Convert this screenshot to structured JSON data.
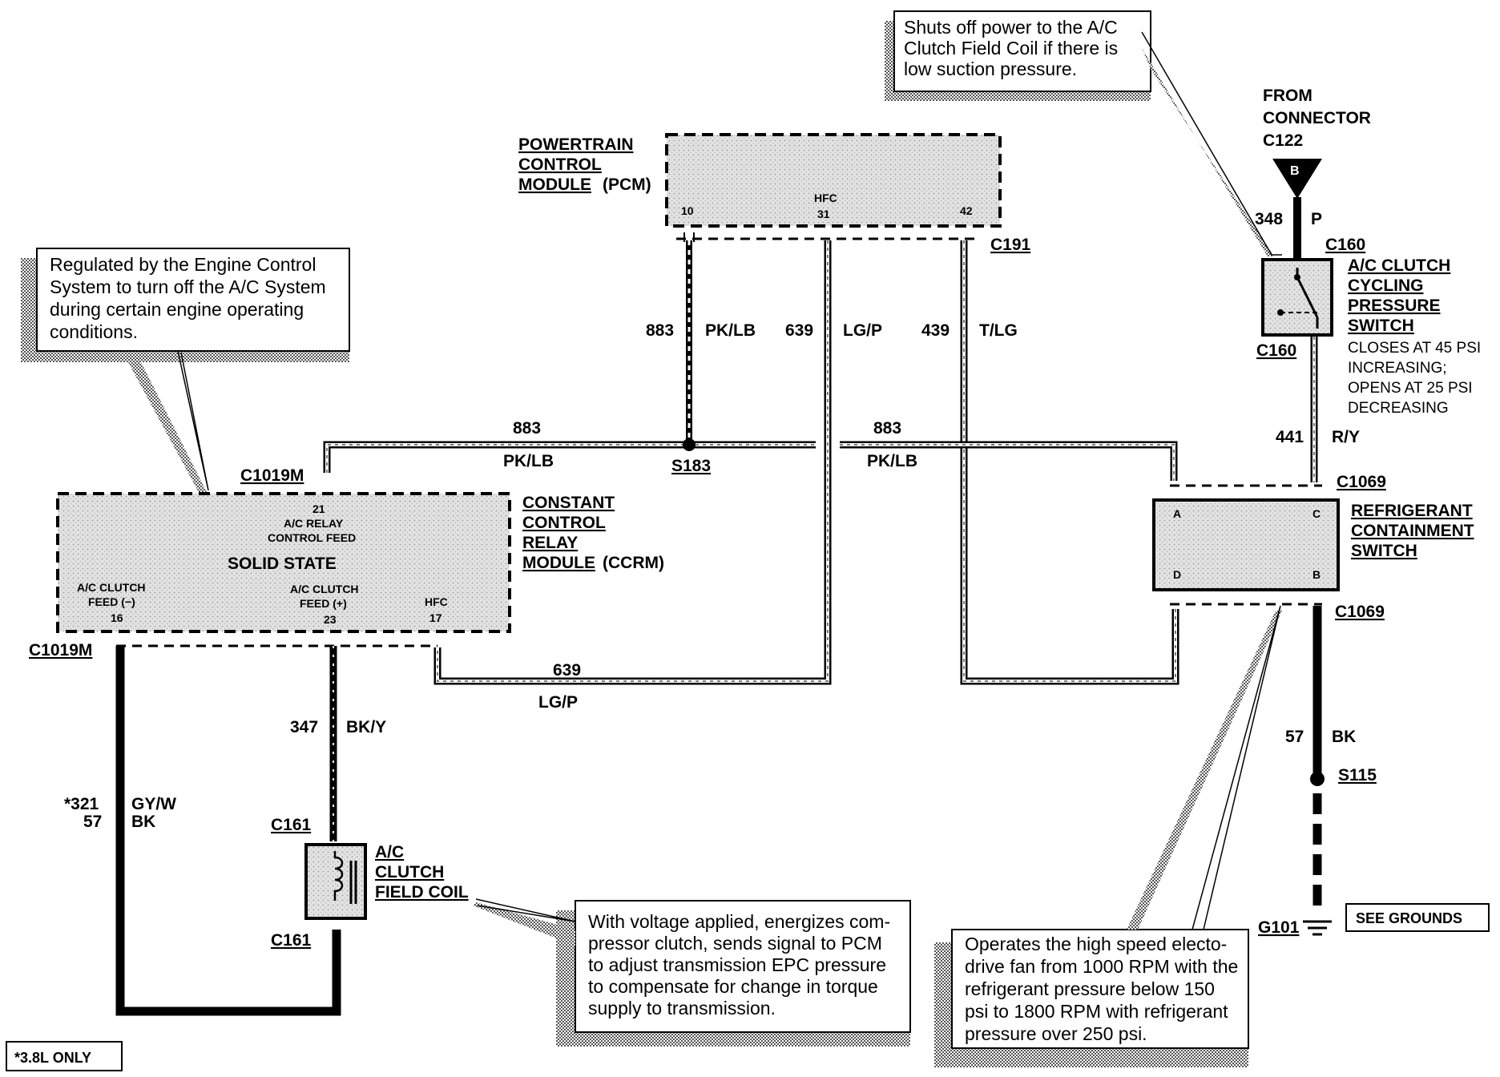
{
  "notes": {
    "ac_clutch_note": [
      "Shuts off power to the A/C",
      "Clutch Field Coil if there is",
      "low suction pressure."
    ],
    "ecs_note": [
      "Regulated by the Engine Control",
      "System to turn off the A/C System",
      "during certain engine operating",
      "conditions."
    ],
    "field_coil_note": [
      "With voltage applied, energizes com-",
      "pressor clutch, sends signal to PCM",
      "to adjust transmission EPC pressure",
      "to compensate for change in torque",
      "supply to transmission."
    ],
    "fan_note": [
      "Operates the high speed electo-",
      "drive fan from 1000 RPM with the",
      "refrigerant pressure below 150",
      "psi to 1800 RPM with refrigerant",
      "pressure over 250 psi."
    ],
    "engine_only": "*3.8L ONLY",
    "see_grounds": "SEE GROUNDS"
  },
  "pcm": {
    "title": [
      "POWERTRAIN",
      "CONTROL",
      "MODULE"
    ],
    "abbr": "(PCM)",
    "pins": {
      "p10": "10",
      "hfc": "HFC",
      "p31": "31",
      "p42": "42"
    },
    "connector": "C191"
  },
  "ccrm": {
    "title": [
      "CONSTANT",
      "CONTROL",
      "RELAY",
      "MODULE"
    ],
    "abbr": "(CCRM)",
    "pin21": "21",
    "relay_feed": [
      "A/C RELAY",
      "CONTROL  FEED"
    ],
    "solid_state": "SOLID STATE",
    "clutch_feed_neg": [
      "A/C CLUTCH",
      "FEED  (−)",
      "16"
    ],
    "clutch_feed_pos": [
      "A/C CLUTCH",
      "FEED  (+)",
      "23"
    ],
    "hfc": [
      "HFC",
      "17"
    ],
    "connector_top": "C1019M",
    "connector_bottom": "C1019M"
  },
  "from_connector": {
    "lines": [
      "FROM",
      "CONNECTOR",
      "C122"
    ],
    "pin": "B"
  },
  "cycling_switch": {
    "title": [
      "A/C CLUTCH",
      "CYCLING",
      "PRESSURE",
      "SWITCH"
    ],
    "spec": [
      "CLOSES AT 45 PSI",
      "INCREASING;",
      "OPENS AT 25 PSI",
      "DECREASING"
    ],
    "connector_top": "C160",
    "connector_bottom": "C160"
  },
  "refrigerant_switch": {
    "title": [
      "REFRIGERANT",
      "CONTAINMENT",
      "SWITCH"
    ],
    "pins": {
      "a": "A",
      "b": "B",
      "c": "C",
      "d": "D"
    },
    "connector_top": "C1069",
    "connector_bottom": "C1069"
  },
  "field_coil": {
    "title": [
      "A/C",
      "CLUTCH",
      "FIELD COIL"
    ],
    "connector_top": "C161",
    "connector_bottom": "C161"
  },
  "wires": {
    "w348": {
      "num": "348",
      "color": "P"
    },
    "w883a": {
      "num": "883",
      "color": "PK/LB"
    },
    "w639a": {
      "num": "639",
      "color": "LG/P"
    },
    "w439": {
      "num": "439",
      "color": "T/LG"
    },
    "w883b": {
      "num": "883",
      "color": "PK/LB"
    },
    "w883c": {
      "num": "883",
      "color": "PK/LB"
    },
    "w441": {
      "num": "441",
      "color": "R/Y"
    },
    "w639b": {
      "num": "639",
      "color": "LG/P"
    },
    "w347": {
      "num": "347",
      "color": "BK/Y"
    },
    "w321": {
      "num1": "*321",
      "num2": "57",
      "color1": "GY/W",
      "color2": "BK"
    },
    "w57": {
      "num": "57",
      "color": "BK"
    }
  },
  "splices": {
    "s183": "S183",
    "s115": "S115"
  },
  "ground": "G101"
}
